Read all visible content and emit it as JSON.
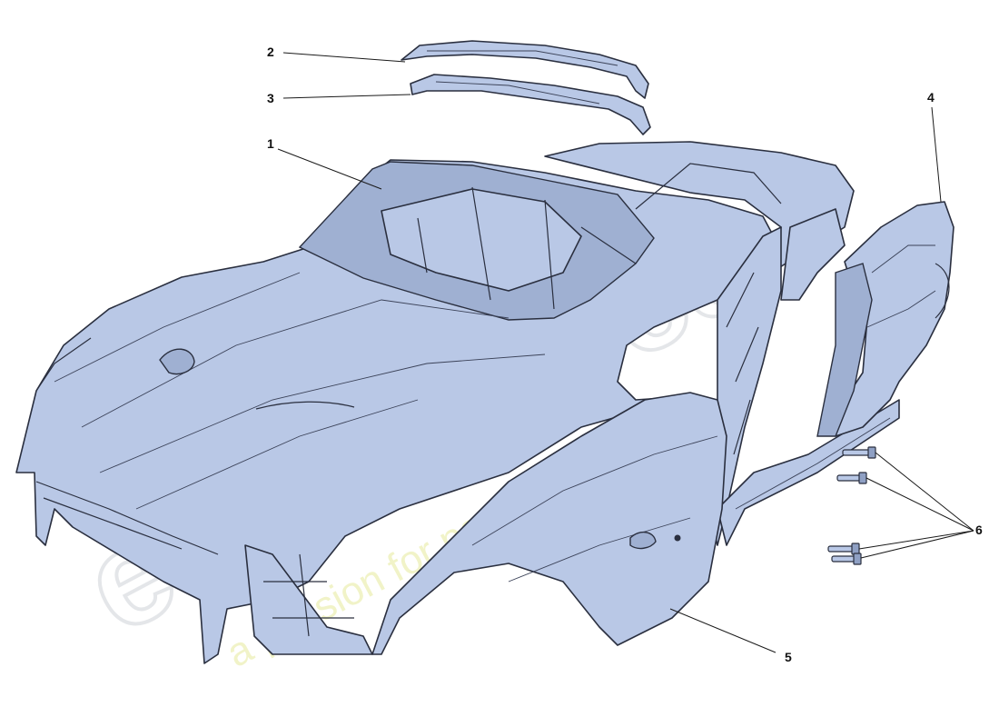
{
  "watermark": {
    "brand": "eurospares",
    "tagline": "a passion for parts since 1985",
    "brand_color": "#d7d9dd",
    "tagline_color": "#e3e89a"
  },
  "callouts": [
    {
      "id": "1",
      "label": "1"
    },
    {
      "id": "2",
      "label": "2"
    },
    {
      "id": "3",
      "label": "3"
    },
    {
      "id": "4",
      "label": "4"
    },
    {
      "id": "5",
      "label": "5"
    },
    {
      "id": "6",
      "label": "6"
    }
  ],
  "colors": {
    "part_fill": "#b9c8e6",
    "outline": "#2a2f3f"
  }
}
